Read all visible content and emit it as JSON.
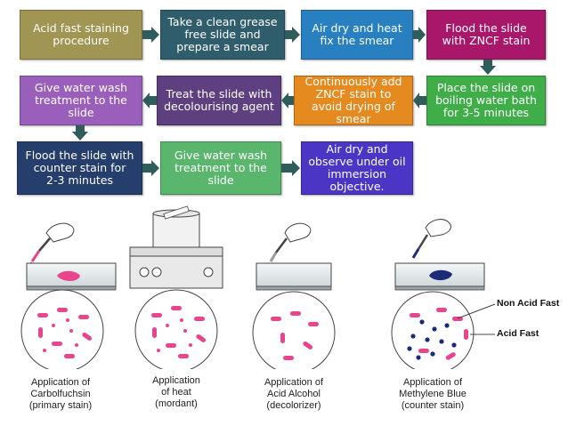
{
  "flowchart": {
    "step1": "Acid fast staining procedure",
    "step2": "Take a clean grease free slide and prepare a smear",
    "step3": "Air dry and heat fix the smear",
    "step4": "Flood the slide with ZNCF stain",
    "step5": "Place the slide on boiling water bath for 3-5 minutes",
    "step6": "Continuously add ZNCF stain to avoid drying of smear",
    "step7": "Treat the slide with decolourising agent",
    "step8": "Give water wash treatment to the slide",
    "step9": "Flood the slide with counter stain for\n2-3 minutes",
    "step10": "Give water wash treatment to the slide",
    "step11": "Air dry and observe under oil immersion objective.",
    "colors": {
      "olive": "#a09552",
      "dark_teal": "#2f5d6b",
      "blue": "#2980c0",
      "magenta": "#a9176a",
      "green": "#3fae49",
      "orange": "#e58a1f",
      "purple": "#5e3f7f",
      "violet": "#9a5fba",
      "navy": "#253e6c",
      "light_green": "#5ab66c",
      "indigo": "#4b35c4",
      "arrow": "#2f5d5b"
    }
  },
  "illustration": {
    "captions": [
      "Application of\nCarbolfuchsin\n(primary stain)",
      "Application\nof heat\n(mordant)",
      "Application of\nAcid Alcohol\n(decolorizer)",
      "Application of\nMethylene Blue\n(counter stain)"
    ],
    "labels": {
      "non_acid_fast": "Non Acid Fast",
      "acid_fast": "Acid Fast"
    },
    "colors": {
      "acid_fast_pink": "#e8458d",
      "non_acid_fast_blue": "#1c2a78",
      "slide_glass": "#dfe6e8",
      "outline": "#444444"
    }
  }
}
